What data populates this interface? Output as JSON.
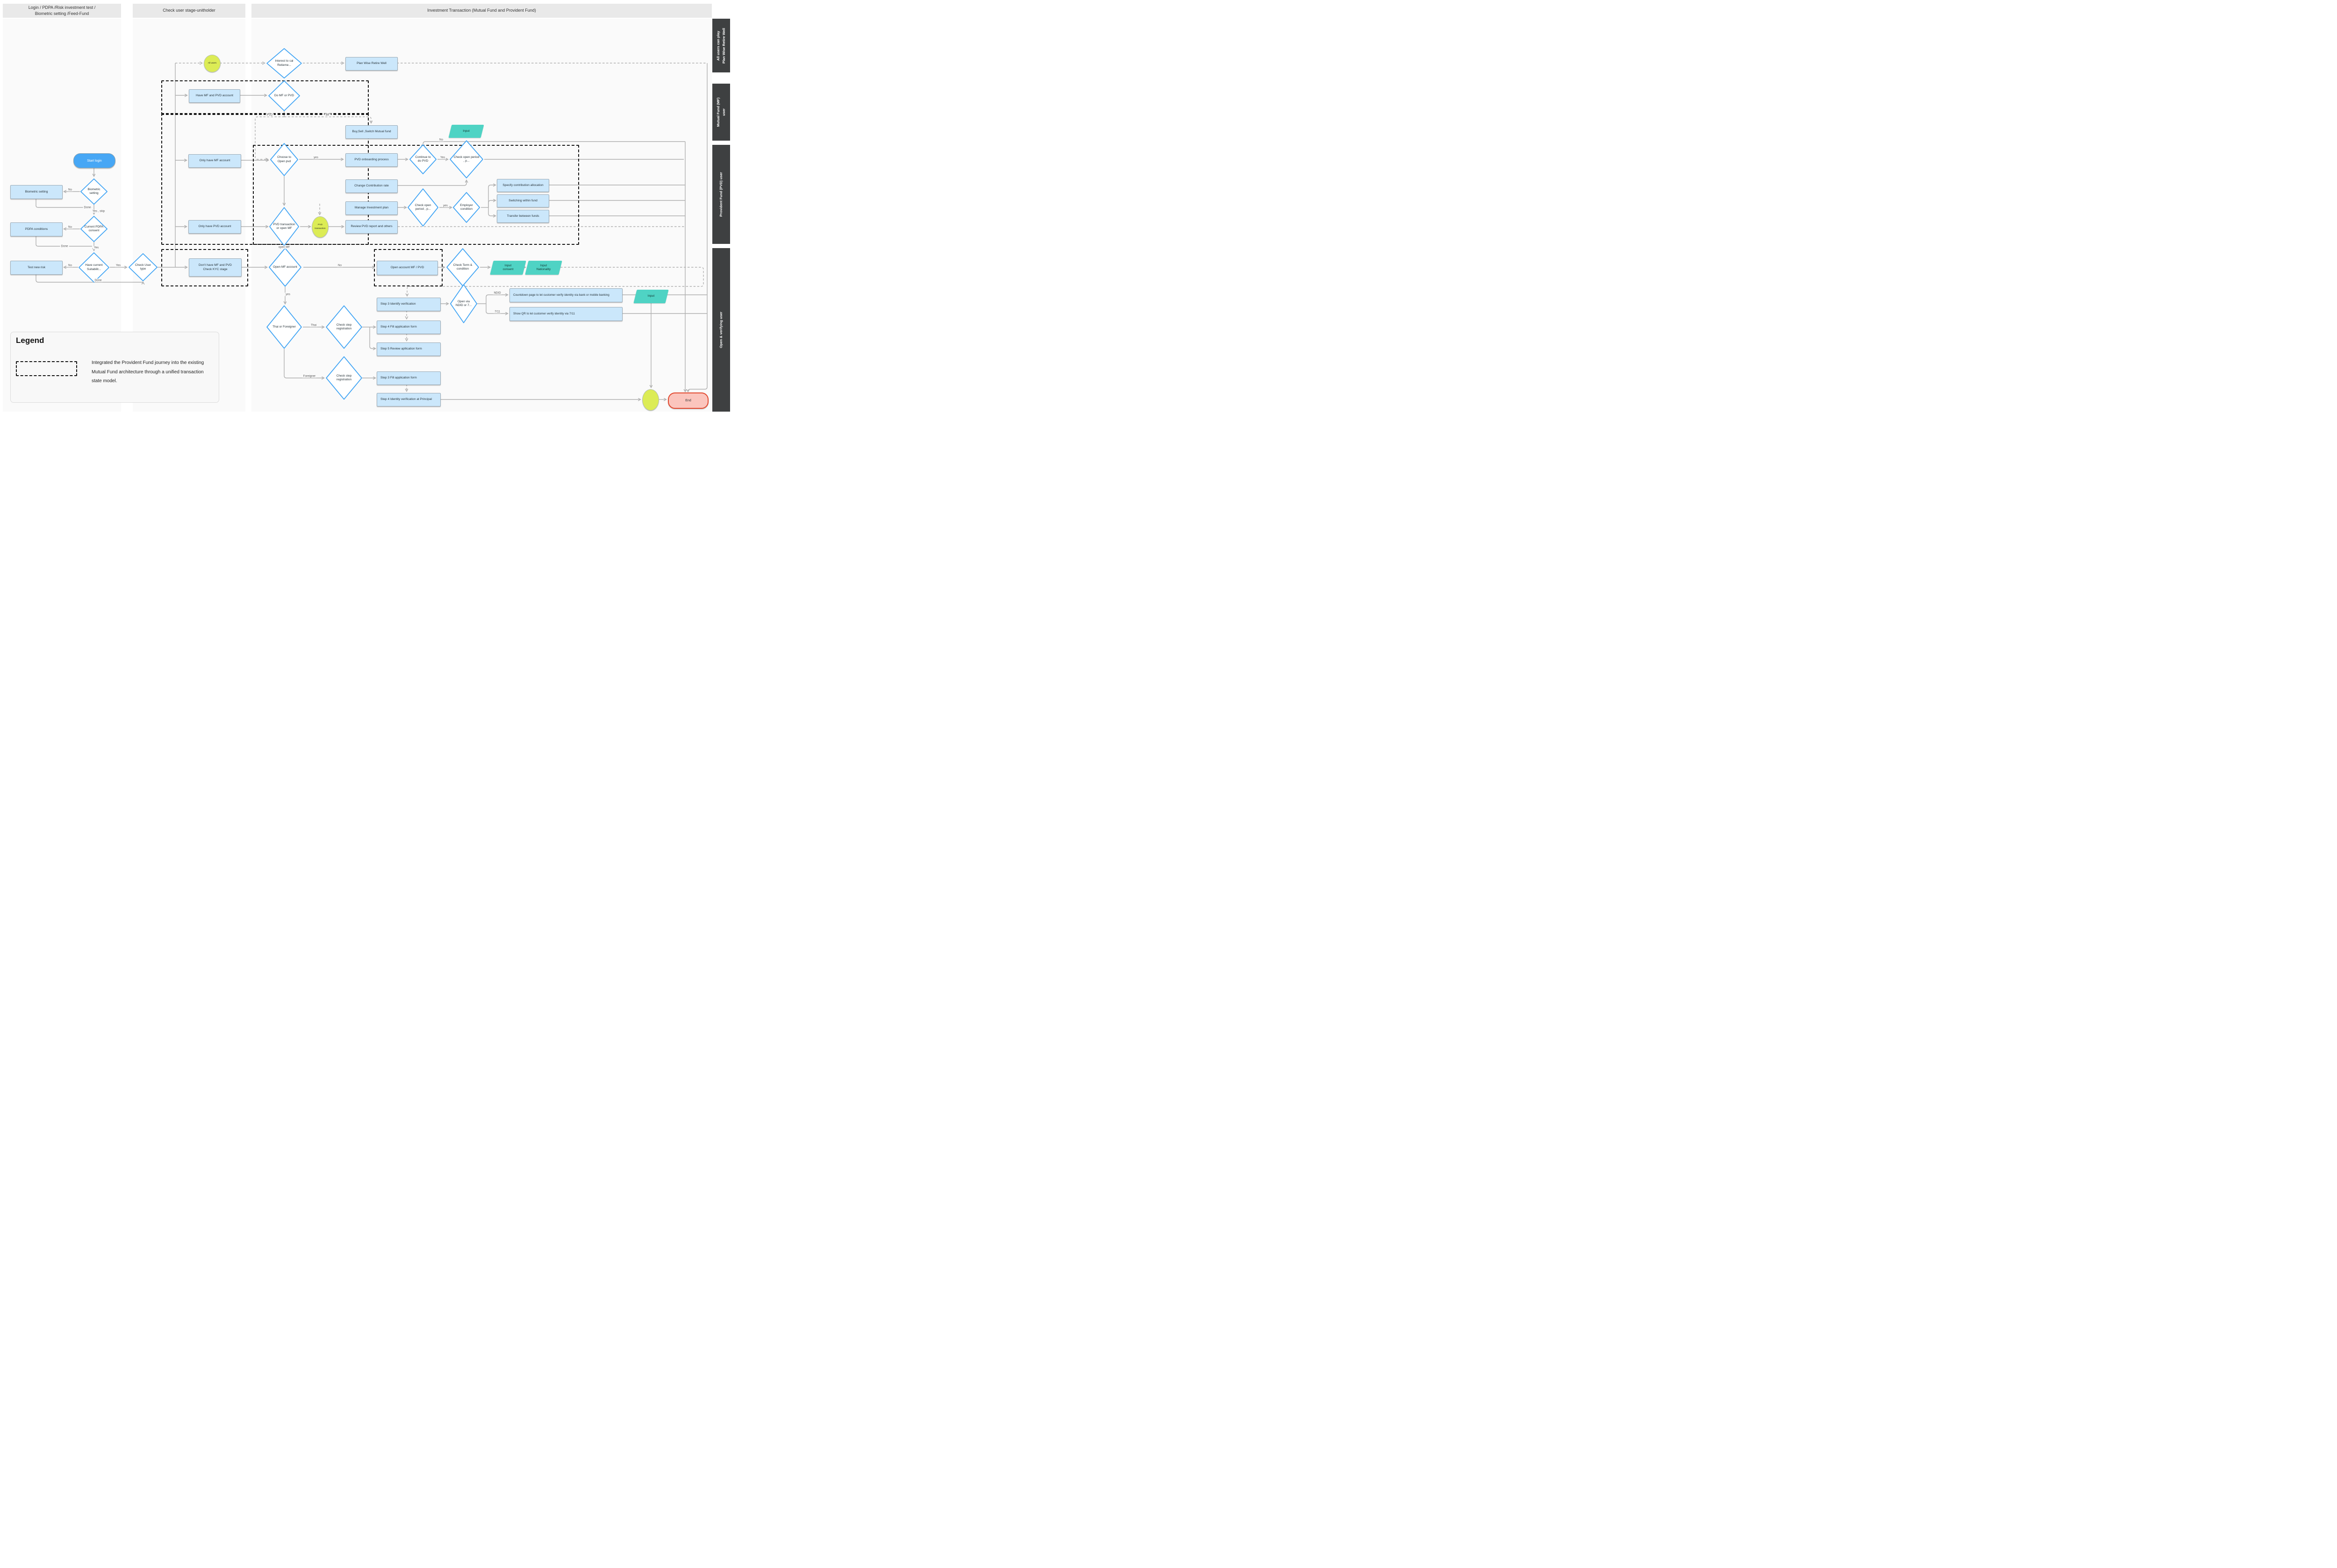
{
  "headers": {
    "col1": "Login / PDPA /Risk investment test /\nBiometric setting /Feed-Fund",
    "col2": "Check user stage-unitholder",
    "col3": "Investment Transaction (Mutual Fund and Provident Fund)"
  },
  "lanes": {
    "lane1": "All users can play\nPlan Wise Retire Well",
    "lane2": "Mutual Fund (MF)\nuser",
    "lane3": "Provident Fund (PVD) user",
    "lane4": "Open & verifying user"
  },
  "nodes": {
    "startLogin": "Start login",
    "dBiometric": "Biometric\nsetting",
    "rBiometric": "Biometric setting",
    "dPdpa": "Current\nPDPA\nconsent",
    "rPdpa": "PDPA conditions",
    "dSuit": "Have\ncurrent\nSuitabilit...",
    "rTest": "Test new risk",
    "dCheckUser": "Check\nUser type",
    "cAllUsers": "All users",
    "dInterest": "Interest to\ncal\nRetieme...",
    "rPlanWise": "Plan Wise Retire Well",
    "rHaveMfPvd": "Have MF and PVD account",
    "dDoMf": "Do MF or\nPVD",
    "rOnlyMf": "Only have MF account",
    "dChoose": "Choose to\nOpen pvd",
    "rPvdOnboard": "PVD onboarding process",
    "dContinue": "Continue\nto do PVD",
    "dCheckOpen1": "Check\nopen\nperiod , p...",
    "rBuySell": "Buy,Sell ,Switch Mutual fund",
    "pInput1": "Input",
    "rChangeContrib": "Change Contribution rate",
    "rManagePlan": "Manage Investment plan",
    "dCheckOpen2": "Check\nopen\nperiod , p...",
    "dEmployer": "Employer\ncondition",
    "rSpecify": "Specify contribution allocation",
    "rSwitching": "Switching within fund",
    "rTransfer": "Transfer between funds",
    "rOnlyPvd": "Only have PVD account",
    "dPvdTrans": "PVD\ntransaction\nor open MF",
    "cPvdTrans": "PVD\ntransaction",
    "rReview": "Review PVD report and others",
    "rDontHave": "Don't have MF and PVD\nCheck KYC stage",
    "dOpenMf": "Open MF\naccount",
    "rOpenAcct": "Open account MF / PVD",
    "dCheckTerm": "Check\nTerm &\ncondition",
    "pConsent": "Input\nconsent",
    "pNationality": "Input\nNationality",
    "rStep3Id": "Step 3 Identify verification",
    "dOpenVia": "Open via\nNDID or 7...",
    "rCountdown": "Countdown page to let customer verify identity via bank or mobile banking",
    "rShowQr": "Show QR to let customer verify identity via 7/11",
    "dThai": "Thai or\nForeigner",
    "dCheckStep1": "Check step\nregistration",
    "rStep4Fill": "Step 4 Fill application form",
    "rStep5Review": "Step 5 Review apllication form",
    "dCheckStep2": "Check step\nregistration",
    "rStep3Fill": "Step 3 Fill application form",
    "rStep4Id": "Step 4 Identity verification at Principal",
    "pInput2": "Input",
    "rEnd": "End"
  },
  "edges": {
    "no1": "No",
    "done1": "Done",
    "yesSkip": "Yes , skip",
    "no2": "No",
    "done2": "Done",
    "yes1": "Yes",
    "no3": "No",
    "yes2": "Yes",
    "done3": "Done",
    "pvd": "PVD",
    "mf": "MF",
    "yes3": "yes",
    "yes4": "Yes",
    "no4": "No",
    "yes5": "yes",
    "openMf": "open MF",
    "no5": "No",
    "yes6": "yes",
    "thai": "Thai",
    "foreigner": "Foreigner",
    "ndid": "NDID",
    "seven11": "7/11"
  },
  "legend": {
    "title": "Legend",
    "text": "Integrated the Provident Fund journey into the existing Mutual Fund architecture through a unified transaction state model."
  },
  "colors": {
    "accent_blue": "#42a5f4",
    "process_fill": "#cbe7fb",
    "start_fill": "#47a7f5",
    "connector_lime": "#dcec55",
    "input_teal": "#4fd3c4",
    "end_fill": "#fbc5bd",
    "end_border": "#e2492f",
    "lane_bg": "#3e4041",
    "header_bg": "#e9e9e9",
    "edge_gray": "#b0b0b0"
  }
}
